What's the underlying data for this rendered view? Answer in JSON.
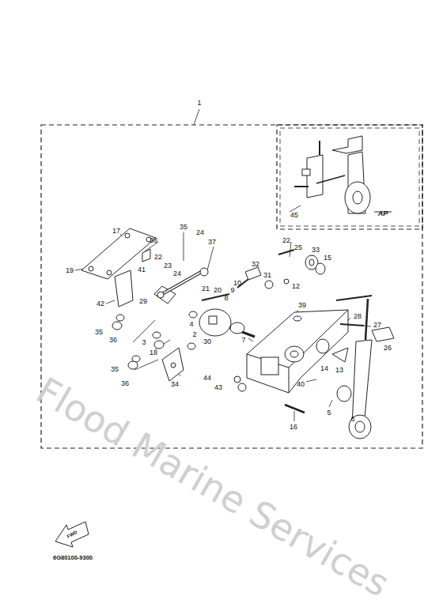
{
  "diagram": {
    "labels": [
      "1",
      "45",
      "AP",
      "17",
      "35",
      "24",
      "37",
      "38",
      "22",
      "25",
      "33",
      "15",
      "19",
      "22",
      "23",
      "24",
      "32",
      "31",
      "41",
      "10",
      "9",
      "12",
      "21",
      "20",
      "8",
      "42",
      "29",
      "39",
      "4",
      "30",
      "28",
      "27",
      "35",
      "36",
      "7",
      "26",
      "2",
      "3",
      "18",
      "14",
      "13",
      "35",
      "36",
      "34",
      "44",
      "43",
      "40",
      "5",
      "6",
      "16",
      "FWD",
      "6G80100-9300",
      "Flood Marine Services"
    ]
  }
}
